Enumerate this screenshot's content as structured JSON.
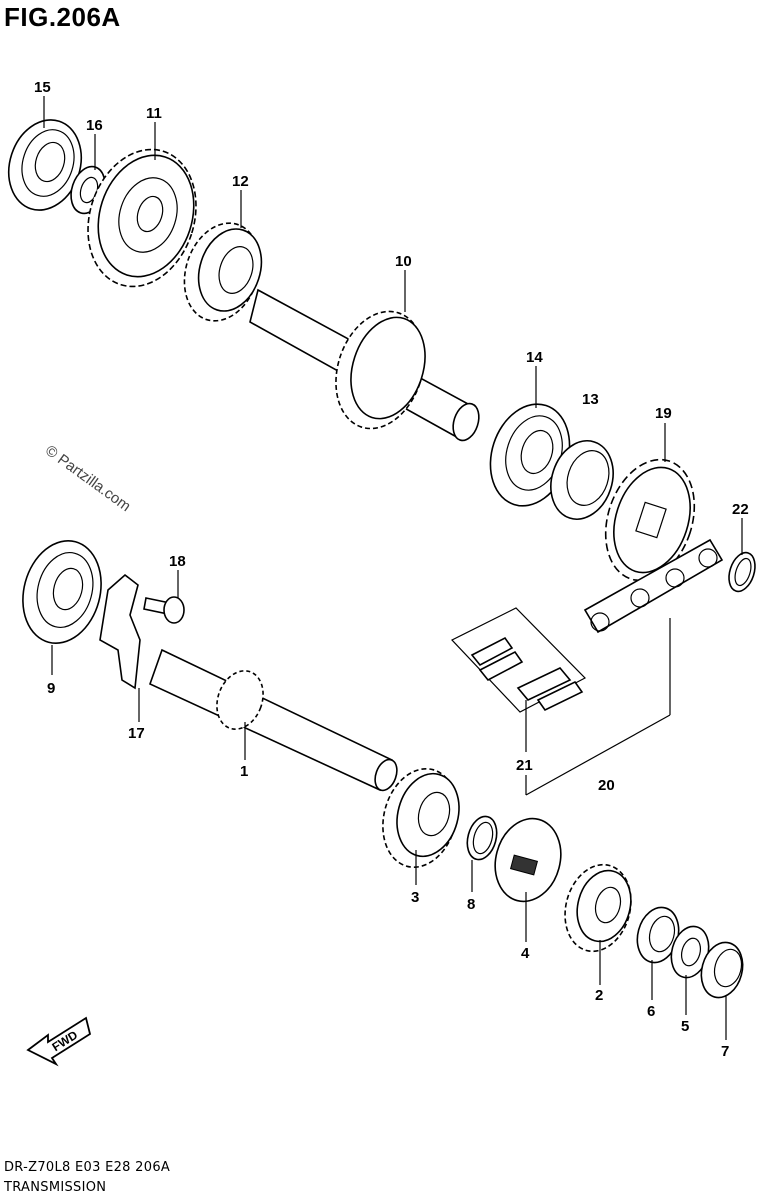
{
  "figure": {
    "title": "FIG.206A",
    "watermark": "© Partzilla.com",
    "model_code": "DR-Z70L8  E03  E28  206A",
    "section_name": "TRANSMISSION",
    "fwd_label": "FWD"
  },
  "callouts": [
    {
      "id": "1",
      "label": "1"
    },
    {
      "id": "2",
      "label": "2"
    },
    {
      "id": "3",
      "label": "3"
    },
    {
      "id": "4",
      "label": "4"
    },
    {
      "id": "5",
      "label": "5"
    },
    {
      "id": "6",
      "label": "6"
    },
    {
      "id": "7",
      "label": "7"
    },
    {
      "id": "8",
      "label": "8"
    },
    {
      "id": "9",
      "label": "9"
    },
    {
      "id": "10",
      "label": "10"
    },
    {
      "id": "11",
      "label": "11"
    },
    {
      "id": "12",
      "label": "12"
    },
    {
      "id": "13",
      "label": "13"
    },
    {
      "id": "14",
      "label": "14"
    },
    {
      "id": "15",
      "label": "15"
    },
    {
      "id": "16",
      "label": "16"
    },
    {
      "id": "17",
      "label": "17"
    },
    {
      "id": "18",
      "label": "18"
    },
    {
      "id": "19",
      "label": "19"
    },
    {
      "id": "20",
      "label": "20"
    },
    {
      "id": "21",
      "label": "21"
    },
    {
      "id": "22",
      "label": "22"
    }
  ]
}
